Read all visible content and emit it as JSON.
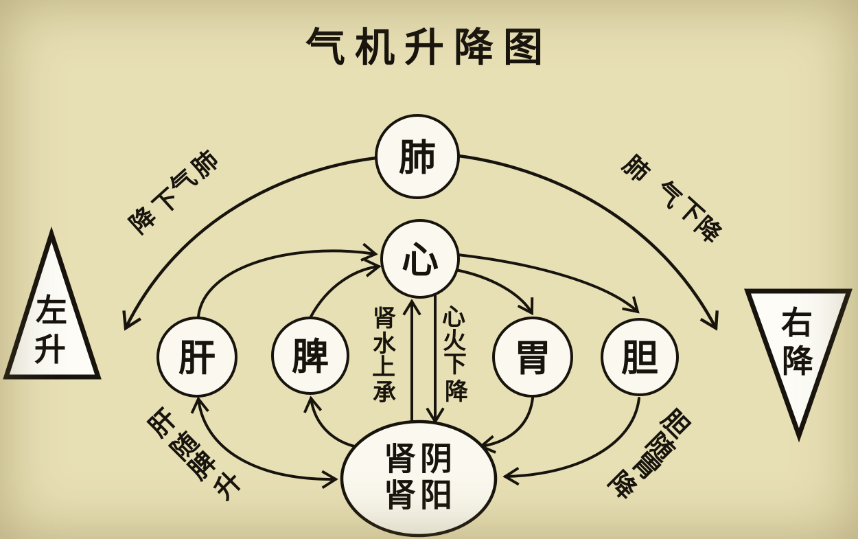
{
  "title": "气机升降图",
  "colors": {
    "background": "#e8e0b5",
    "ink": "#17130d",
    "node_fill": "#fbf9ef",
    "triangle_fill": "#fdfcf7"
  },
  "nodes": {
    "lung": {
      "label": "肺"
    },
    "heart": {
      "label": "心"
    },
    "liver": {
      "label": "肝"
    },
    "spleen": {
      "label": "脾"
    },
    "stomach": {
      "label": "胃"
    },
    "gallbladder": {
      "label": "胆"
    },
    "kidney": {
      "label": "肾阴肾阳",
      "lines": [
        "肾阴",
        "肾阳"
      ]
    }
  },
  "triangles": {
    "left": {
      "label": "左升",
      "chars": [
        "左",
        "升"
      ]
    },
    "right": {
      "label": "右降",
      "chars": [
        "右",
        "降"
      ]
    }
  },
  "labels": {
    "lung_left": {
      "text": "肺气下降",
      "chars": [
        "肺",
        "气",
        "下",
        "降"
      ]
    },
    "lung_right": {
      "text": "肺气下降",
      "chars": [
        "肺",
        "气",
        "下",
        "降"
      ]
    },
    "kidney_water": {
      "text": "肾水上承",
      "chars": [
        "肾",
        "水",
        "上",
        "承"
      ]
    },
    "heart_fire": {
      "text": "心火下降",
      "chars": [
        "心",
        "火",
        "下",
        "降"
      ]
    },
    "liver_spleen": {
      "text": "肝随脾升",
      "chars": [
        "肝",
        "随",
        "脾",
        "升"
      ]
    },
    "gb_stomach": {
      "text": "胆随胃降",
      "chars": [
        "胆",
        "随",
        "胃",
        "降"
      ]
    }
  },
  "edges": [
    {
      "from": "肺",
      "to": "左下方",
      "label": "肺气下降"
    },
    {
      "from": "肺",
      "to": "右下方",
      "label": "肺气下降"
    },
    {
      "from": "肾阴肾阳",
      "to": "肝",
      "label": ""
    },
    {
      "from": "肾阴肾阳",
      "to": "脾",
      "label": ""
    },
    {
      "from": "肝",
      "to": "心",
      "label": "肝随脾升"
    },
    {
      "from": "脾",
      "to": "心",
      "label": ""
    },
    {
      "from": "心",
      "to": "胃",
      "label": ""
    },
    {
      "from": "心",
      "to": "胆",
      "label": "胆随胃降"
    },
    {
      "from": "胃",
      "to": "肾阴肾阳",
      "label": ""
    },
    {
      "from": "胆",
      "to": "肾阴肾阳",
      "label": ""
    },
    {
      "from": "肾阴肾阳",
      "to": "心",
      "label": "肾水上承"
    },
    {
      "from": "心",
      "to": "肾阴肾阳",
      "label": "心火下降"
    }
  ]
}
